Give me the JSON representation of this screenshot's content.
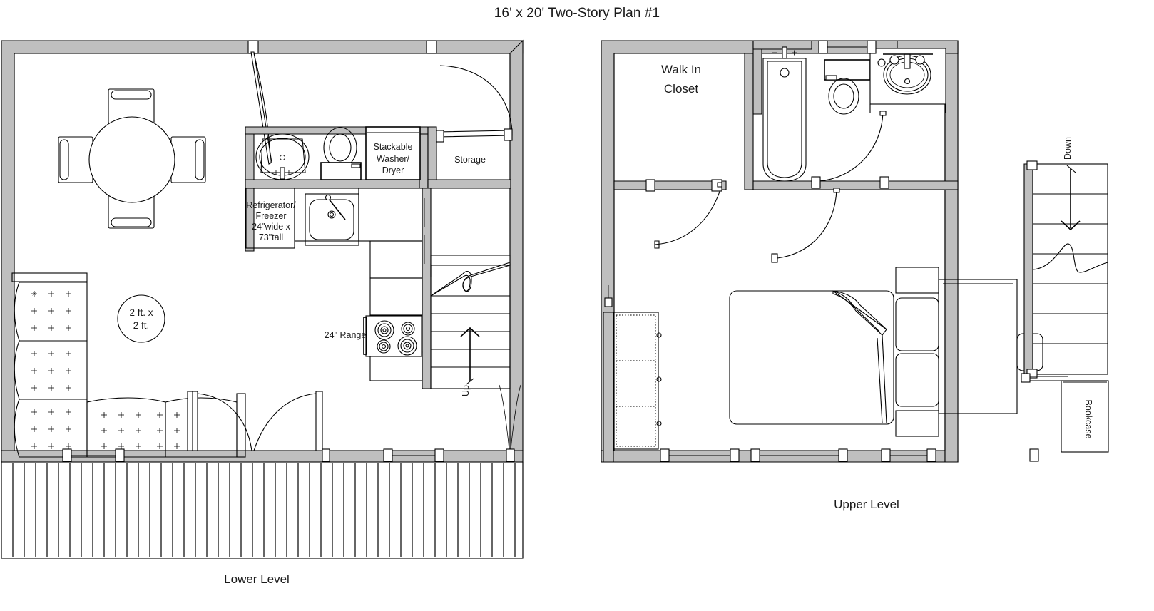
{
  "title": "16' x 20' Two-Story Plan #1",
  "levels": {
    "lower": {
      "label": "Lower Level"
    },
    "upper": {
      "label": "Upper Level"
    }
  },
  "lower_annotations": {
    "washer_dryer": "Stackable\nWasher/\nDryer",
    "washer_dryer_lines": [
      "Stackable",
      "Washer/",
      "Dryer"
    ],
    "storage": "Storage",
    "refrigerator_lines": [
      "Refrigerator/",
      "Freezer",
      "24\"wide x",
      "73\"tall"
    ],
    "range": "24\" Range",
    "circle_dim_lines": [
      "2 ft. x",
      "2 ft."
    ],
    "stair_direction": "Up"
  },
  "upper_annotations": {
    "walk_in_closet_lines": [
      "Walk In",
      "Closet"
    ],
    "stair_direction": "Down",
    "bookcase": "Bookcase"
  },
  "colors": {
    "wall_fill": "#bfbfbf",
    "line": "#000000",
    "paper": "#ffffff",
    "text": "#1a1a1a"
  }
}
